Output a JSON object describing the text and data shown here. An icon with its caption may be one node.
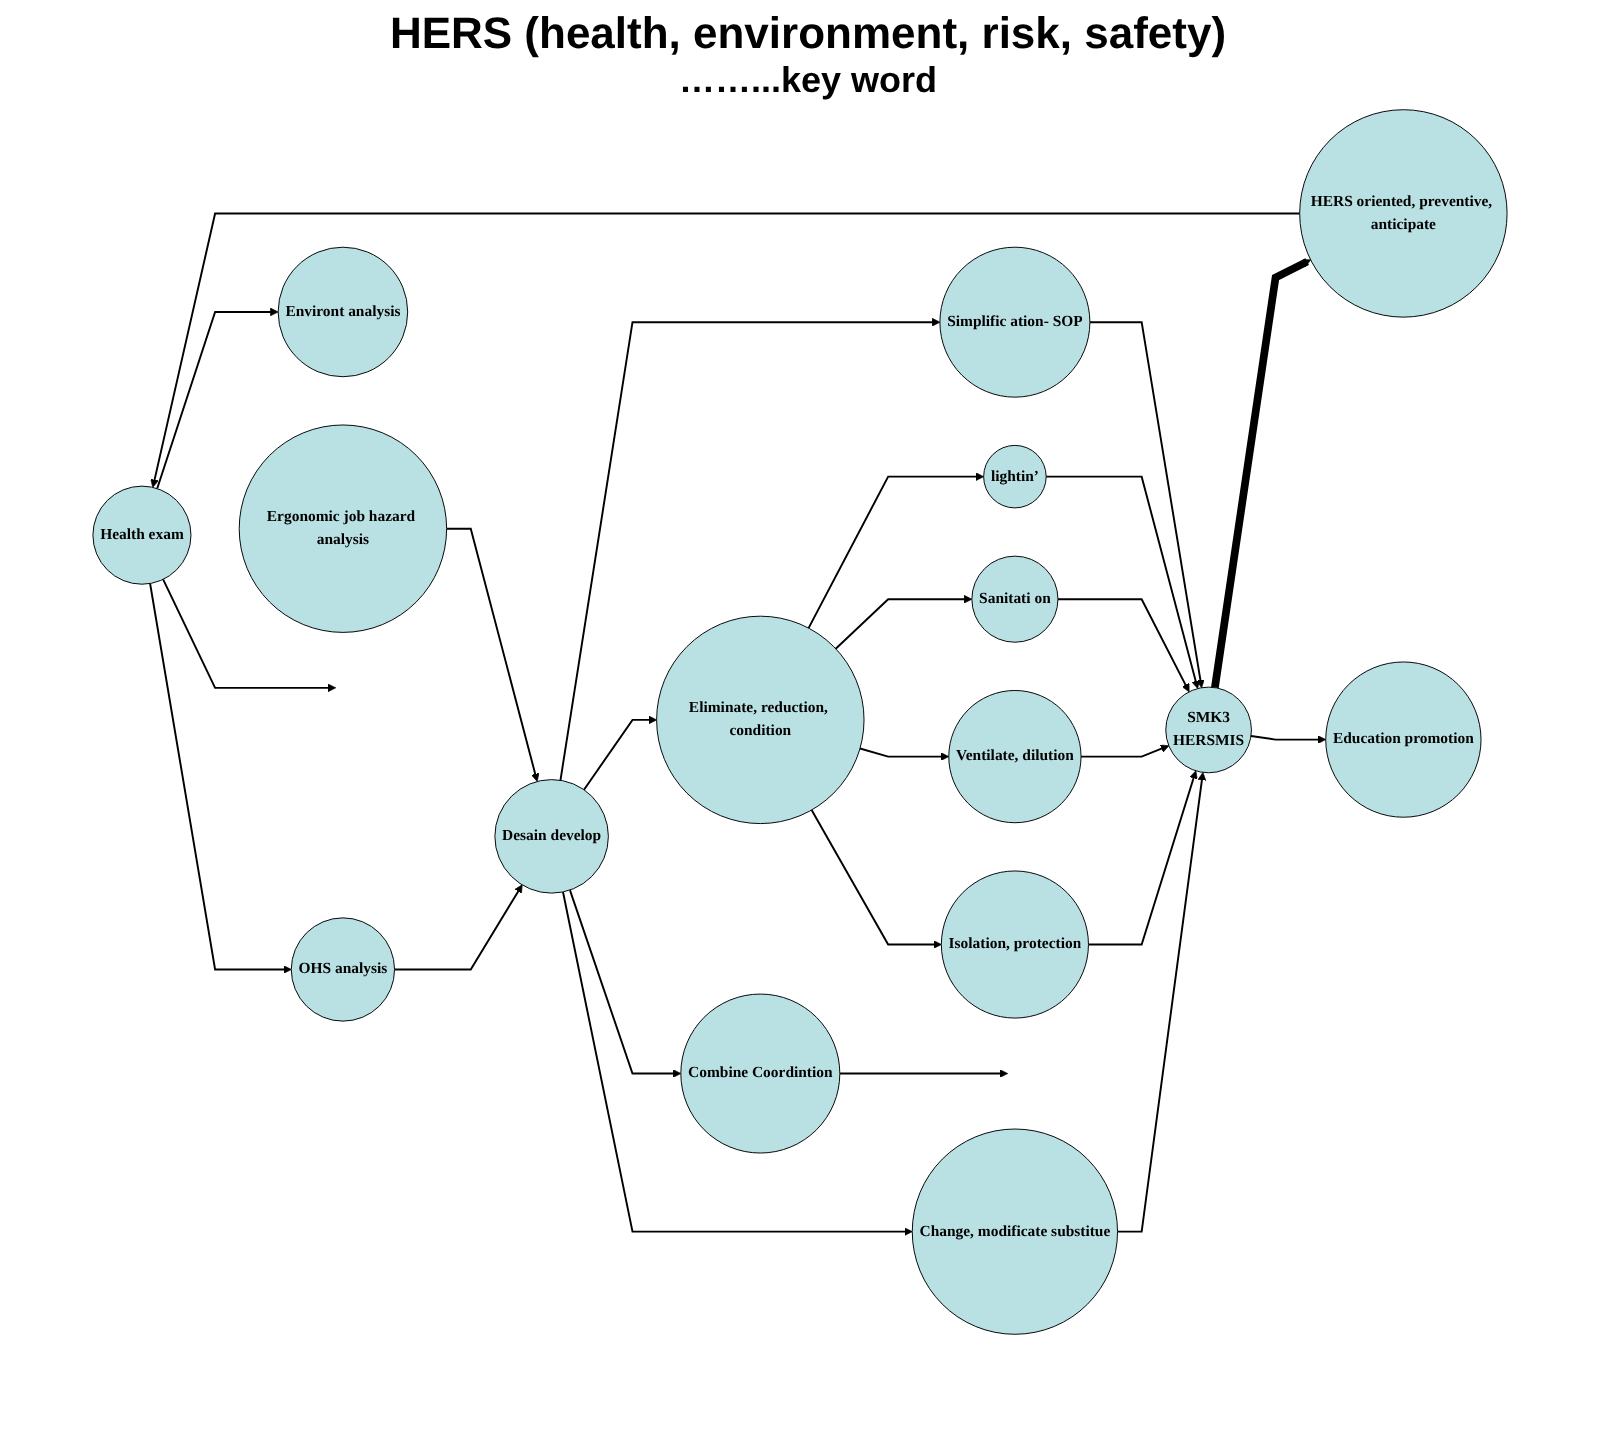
{
  "diagram": {
    "title": "HERS (health, environment, risk, safety)",
    "nodes": [
      {
        "text": [
          "Health exam"
        ]
      },
      {
        "text": [
          "OHS analysis"
        ]
      },
      {
        "text": [
          "Environt analysis"
        ]
      },
      {
        "text": [
          "Ergonomic job hazard analysis"
        ]
      },
      {
        "text": [
          "Desain develop"
        ]
      },
      {
        "text": [
          "Change, modificate substitue"
        ]
      },
      {
        "text": [
          "Eliminate, reduction, condition"
        ]
      },
      {
        "text": [
          "Isolation, protection"
        ]
      },
      {
        "text": [
          "Ventilate, dilution"
        ]
      },
      {
        "text": [
          "Sanitati on"
        ]
      },
      {
        "text": [
          "lightin’"
        ]
      },
      {
        "text": [
          "Combine Coordintion"
        ]
      },
      {
        "text": [
          "Simplific ation- SOP"
        ]
      },
      {
        "text": [
          "HERS oriented, preventive, anticipate"
        ]
      },
      {
        "text": [
          "SMK3",
          "HERSMIS"
        ]
      },
      {
        "text": [
          "Education promotion"
        ]
      }
    ],
    "edges": [
      {
        "from": 13,
        "to": 0,
        "arrow": "to"
      },
      {
        "from": 0,
        "to": null,
        "arrow": "to"
      },
      {
        "from": 0,
        "to": 1,
        "arrow": "to"
      },
      {
        "from": 0,
        "to": 2,
        "arrow": "to"
      },
      {
        "from": 1,
        "to": 4,
        "arrow": "to"
      },
      {
        "from": 3,
        "to": 4,
        "arrow": "to"
      },
      {
        "from": 4,
        "to": 5,
        "arrow": "to"
      },
      {
        "from": 4,
        "to": 6,
        "arrow": "to"
      },
      {
        "from": 4,
        "to": 11,
        "arrow": "to"
      },
      {
        "from": 4,
        "to": 12,
        "arrow": "to"
      },
      {
        "from": 5,
        "to": 14,
        "arrow": "to"
      },
      {
        "from": 6,
        "to": 7,
        "arrow": "to"
      },
      {
        "from": 6,
        "to": 8,
        "arrow": "to"
      },
      {
        "from": 6,
        "to": 9,
        "arrow": "to"
      },
      {
        "from": 6,
        "to": 10,
        "arrow": "to"
      },
      {
        "from": 7,
        "to": 14,
        "arrow": "to"
      },
      {
        "from": 8,
        "to": 14,
        "arrow": "to"
      },
      {
        "from": 9,
        "to": 14,
        "arrow": "to"
      },
      {
        "from": 10,
        "to": 14,
        "arrow": "to"
      },
      {
        "from": 11,
        "to": null,
        "arrow": "to"
      },
      {
        "from": 12,
        "to": 14,
        "arrow": "to"
      },
      {
        "from": 14,
        "to": 13,
        "arrow": "to",
        "style": "thick"
      },
      {
        "from": 14,
        "to": 15,
        "arrow": "to"
      }
    ],
    "labels": [
      "……...key word"
    ]
  }
}
